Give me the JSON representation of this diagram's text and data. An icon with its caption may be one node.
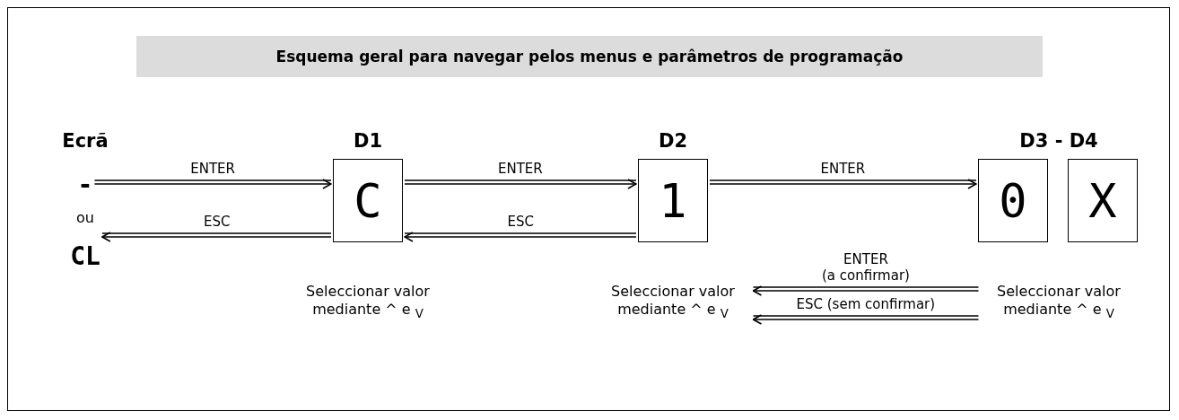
{
  "diagram": {
    "title": "Esquema geral para navegar pelos menus e parâmetros de programação",
    "nodes": [
      {
        "text": [
          "Ecrã",
          "-",
          "ou",
          "CL"
        ]
      },
      {
        "text": [
          "D1",
          "C"
        ],
        "beside": [
          "Seleccionar valor mediante ^ e $_{V}$"
        ]
      },
      {
        "text": [
          "D2",
          "1"
        ],
        "beside": [
          "Seleccionar valor mediante ^ e $_{V}$"
        ]
      },
      {
        "text": [
          "D3 - D4"
        ],
        "beside": [
          "Seleccionar valor mediante ^ e $_{V}$"
        ]
      },
      {
        "text": [
          "0"
        ],
        "in": 3
      },
      {
        "text": [
          "X"
        ],
        "in": 3
      }
    ],
    "edges": [
      {
        "from": 0,
        "to": 1,
        "arrow": "to",
        "label": "ENTER"
      },
      {
        "from": 1,
        "to": 0,
        "arrow": "to",
        "label": "ESC"
      },
      {
        "from": 1,
        "to": 2,
        "arrow": "to",
        "label": "ENTER"
      },
      {
        "from": 2,
        "to": 1,
        "arrow": "to",
        "label": "ESC"
      },
      {
        "from": 2,
        "to": 3,
        "arrow": "to",
        "label": "ENTER"
      },
      {
        "from": 3,
        "to": 2,
        "arrow": "to",
        "label": "ENTER (a confirmar)"
      },
      {
        "from": 3,
        "to": 2,
        "arrow": "to",
        "label": "ESC (sem confirmar)"
      }
    ]
  }
}
